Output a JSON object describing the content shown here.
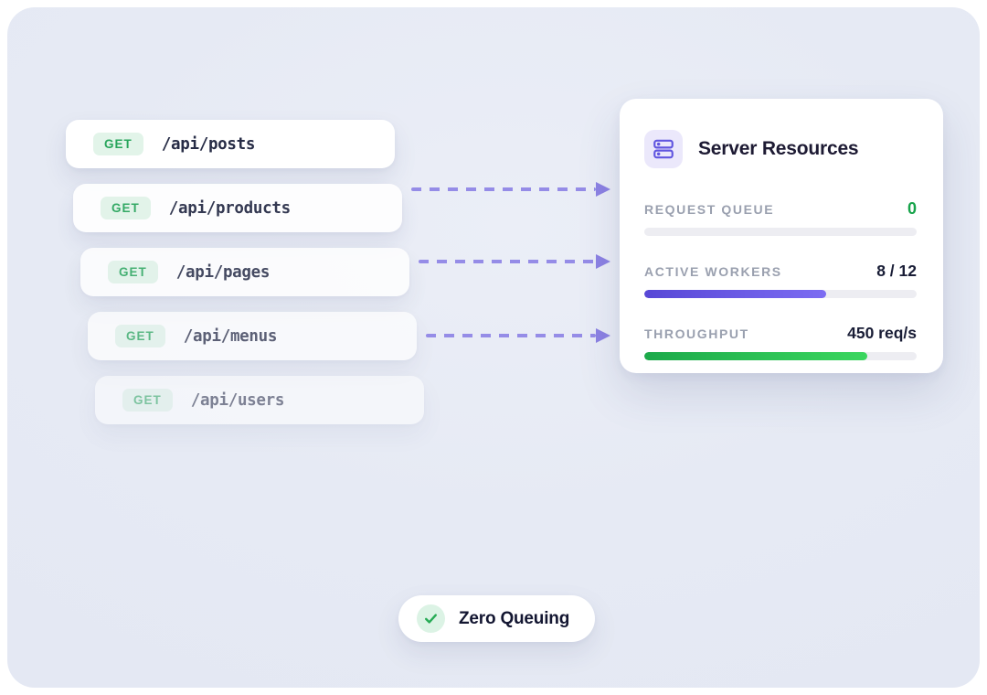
{
  "background": {
    "page_bg": "#ffffff",
    "board_bg": "#e6eaf4"
  },
  "requests": {
    "badge_bg": "#e2f4e9",
    "badge_color": "#27a55b",
    "path_color": "#272c46",
    "items": [
      {
        "method": "GET",
        "path": "/api/posts"
      },
      {
        "method": "GET",
        "path": "/api/products"
      },
      {
        "method": "GET",
        "path": "/api/pages"
      },
      {
        "method": "GET",
        "path": "/api/menus"
      },
      {
        "method": "GET",
        "path": "/api/users"
      }
    ]
  },
  "arrows": {
    "count": 3,
    "color": "#8c82e3",
    "style": "dashed"
  },
  "panel": {
    "title": "Server Resources",
    "icon": "server-icon",
    "icon_color": "#6156e0",
    "icon_bg": "#ebe8fb",
    "metrics": [
      {
        "label": "REQUEST QUEUE",
        "value": "0",
        "value_color": "#16a34a",
        "fill_pct": 0
      },
      {
        "label": "ACTIVE WORKERS",
        "value": "8 / 12",
        "value_color": "#191d36",
        "fill_pct": 66.7,
        "bar_gradient": [
          "#5747d6",
          "#7c6cf2"
        ]
      },
      {
        "label": "THROUGHPUT",
        "value": "450 req/s",
        "value_color": "#191d36",
        "fill_pct": 82,
        "bar_gradient": [
          "#1ca94a",
          "#3bd65f"
        ]
      }
    ]
  },
  "status_pill": {
    "label": "Zero Queuing",
    "icon": "check-icon",
    "check_color": "#27ab55",
    "check_bg": "#dcf3e5"
  }
}
